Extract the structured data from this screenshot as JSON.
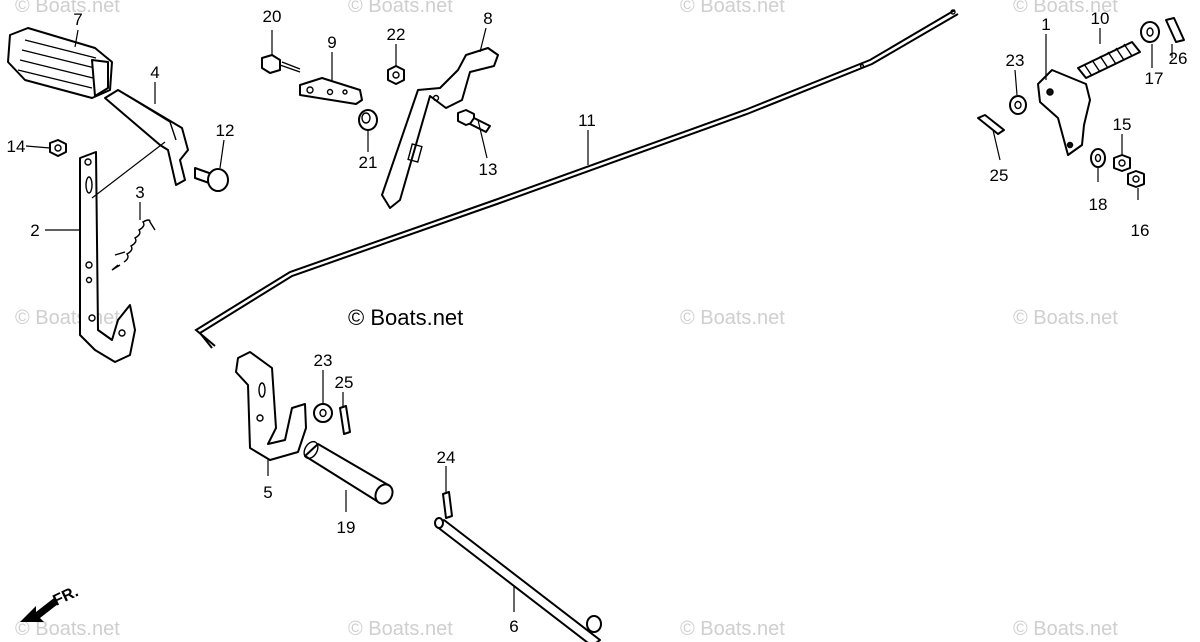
{
  "watermark": "© Boats.net",
  "center_watermark": "© Boats.net",
  "front_indicator": "FR.",
  "callouts": [
    "1",
    "2",
    "3",
    "4",
    "5",
    "6",
    "7",
    "8",
    "9",
    "10",
    "11",
    "12",
    "13",
    "14",
    "15",
    "16",
    "17",
    "18",
    "19",
    "20",
    "21",
    "22",
    "23",
    "23",
    "24",
    "25",
    "25",
    "26"
  ]
}
